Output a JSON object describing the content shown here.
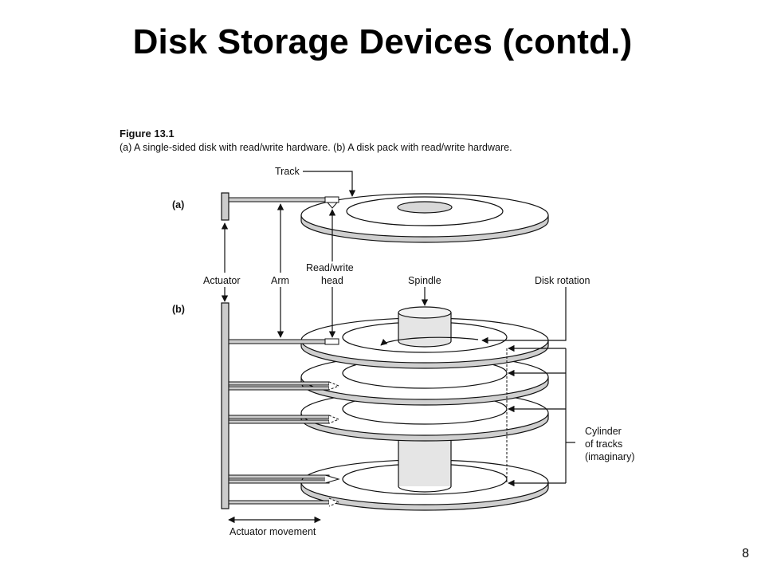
{
  "slide": {
    "title": "Disk Storage Devices (contd.)",
    "page_number": "8"
  },
  "figure": {
    "caption_title": "Figure 13.1",
    "caption_text": "(a) A single-sided disk with read/write hardware. (b) A disk pack with read/write hardware.",
    "panel_a_label": "(a)",
    "panel_b_label": "(b)",
    "labels": {
      "track": "Track",
      "actuator": "Actuator",
      "arm": "Arm",
      "read_write_line1": "Read/write",
      "read_write_line2": "head",
      "spindle": "Spindle",
      "disk_rotation": "Disk rotation",
      "cylinder_line1": "Cylinder",
      "cylinder_line2": "of tracks",
      "cylinder_line3": "(imaginary)",
      "actuator_movement": "Actuator movement"
    }
  }
}
